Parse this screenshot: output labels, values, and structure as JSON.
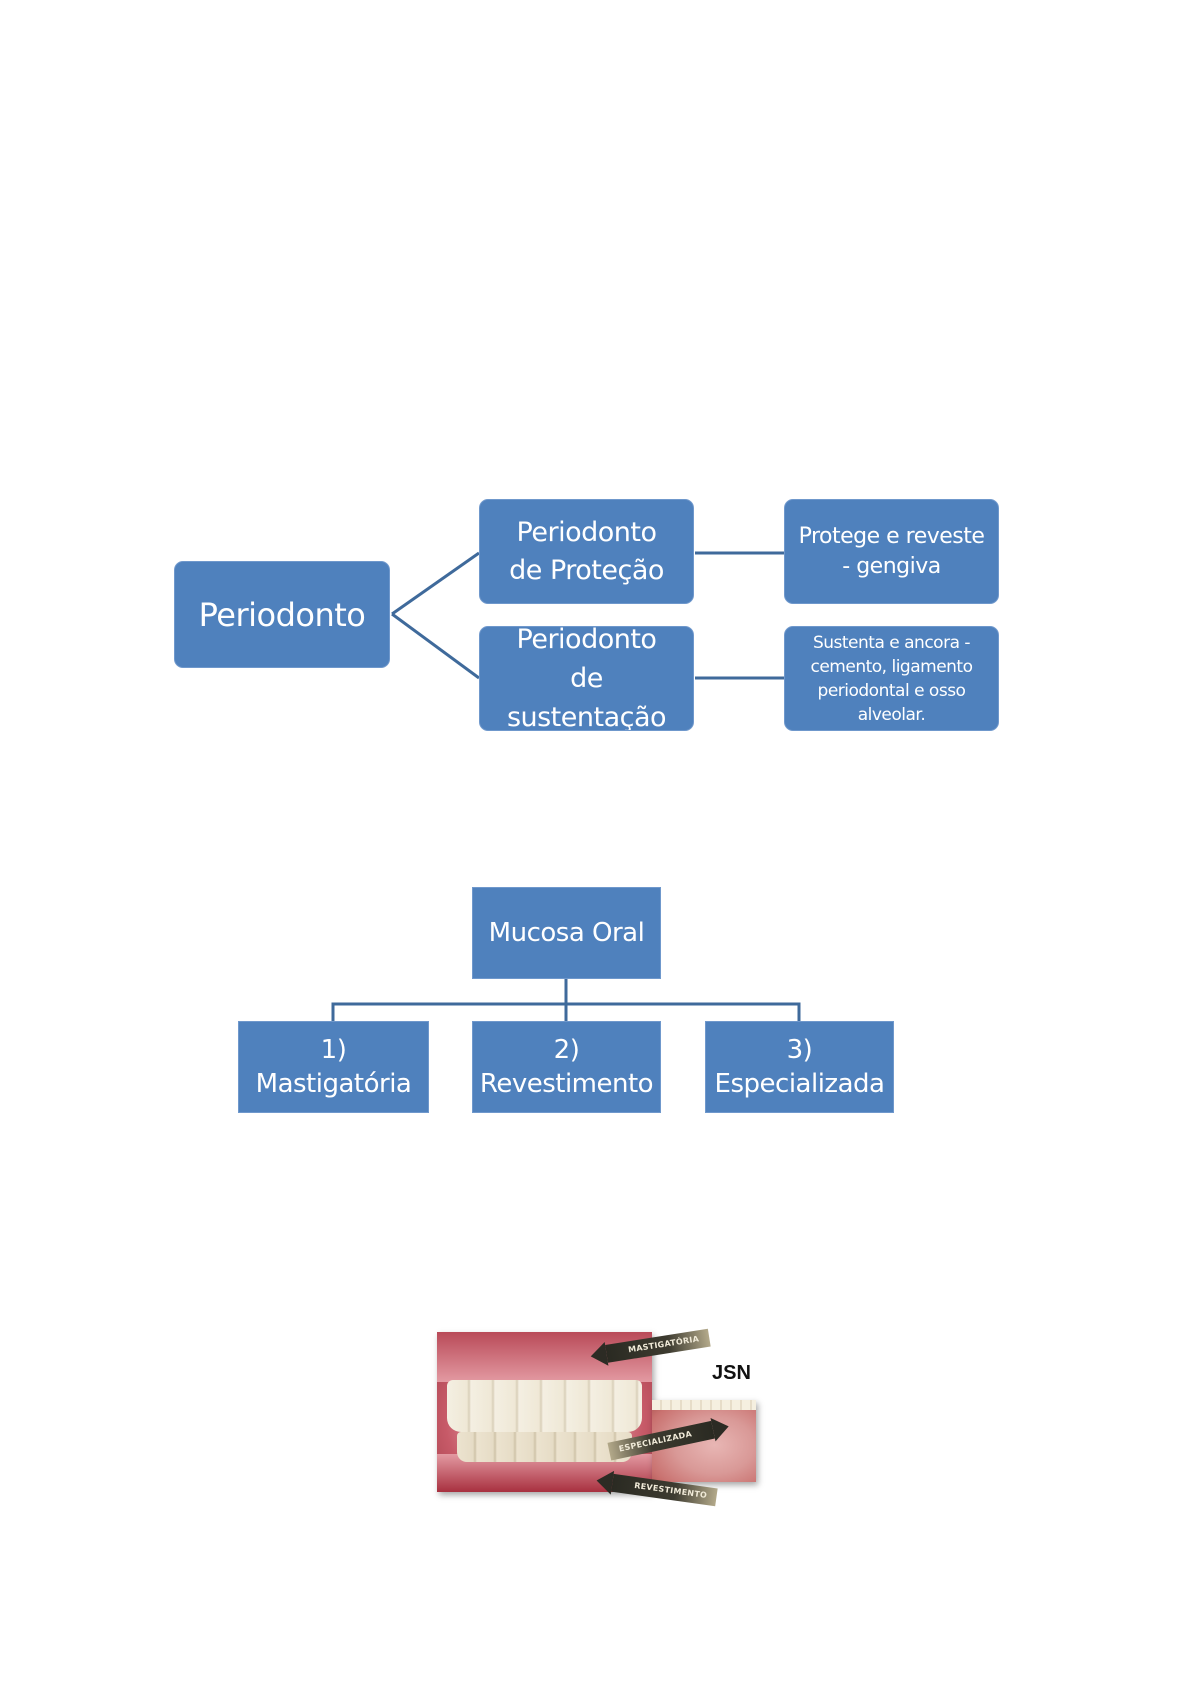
{
  "diagram1": {
    "root": "Periodonto",
    "branches": [
      {
        "label": "Periodonto\nde Proteção",
        "description": "Protege e reveste\n- gengiva"
      },
      {
        "label": "Periodonto\nde\nsustentação",
        "description": "Sustenta e ancora -\ncemento, ligamento\nperiodontal e osso\nalveolar."
      }
    ]
  },
  "diagram2": {
    "root": "Mucosa Oral",
    "children": [
      {
        "label": "1)\nMastigatória"
      },
      {
        "label": "2)\nRevestimento"
      },
      {
        "label": "3)\nEspecializada"
      }
    ]
  },
  "figure": {
    "labels": {
      "mastigatoria": "MASTIGATÓRIA",
      "especializada": "ESPECIALIZADA",
      "revestimento": "REVESTIMENTO"
    },
    "watermark": "JSN"
  },
  "colors": {
    "box_fill": "#4f81bd",
    "connector": "#3f6a9b",
    "box_text": "#ffffff"
  }
}
